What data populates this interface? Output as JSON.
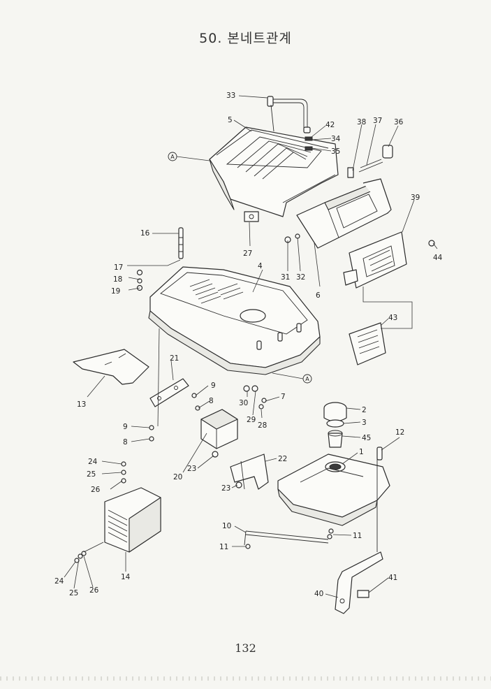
{
  "title": "50. 본네트관계",
  "page_number": "132",
  "reference_marker": "A",
  "callouts": {
    "c1": "1",
    "c2": "2",
    "c3": "3",
    "c4": "4",
    "c5": "5",
    "c6": "6",
    "c7": "7",
    "c8a": "8",
    "c8b": "8",
    "c9a": "9",
    "c9b": "9",
    "c10": "10",
    "c11a": "11",
    "c11b": "11",
    "c12": "12",
    "c13": "13",
    "c14": "14",
    "c16": "16",
    "c17": "17",
    "c18": "18",
    "c19": "19",
    "c20": "20",
    "c21": "21",
    "c22": "22",
    "c23a": "23",
    "c23b": "23",
    "c24a": "24",
    "c24b": "24",
    "c25a": "25",
    "c25b": "25",
    "c26a": "26",
    "c26b": "26",
    "c27": "27",
    "c28": "28",
    "c29": "29",
    "c30": "30",
    "c31": "31",
    "c32": "32",
    "c33": "33",
    "c34": "34",
    "c35": "35",
    "c36": "36",
    "c37": "37",
    "c38": "38",
    "c39": "39",
    "c40": "40",
    "c41": "41",
    "c42": "42",
    "c43": "43",
    "c44": "44",
    "c45": "45"
  }
}
